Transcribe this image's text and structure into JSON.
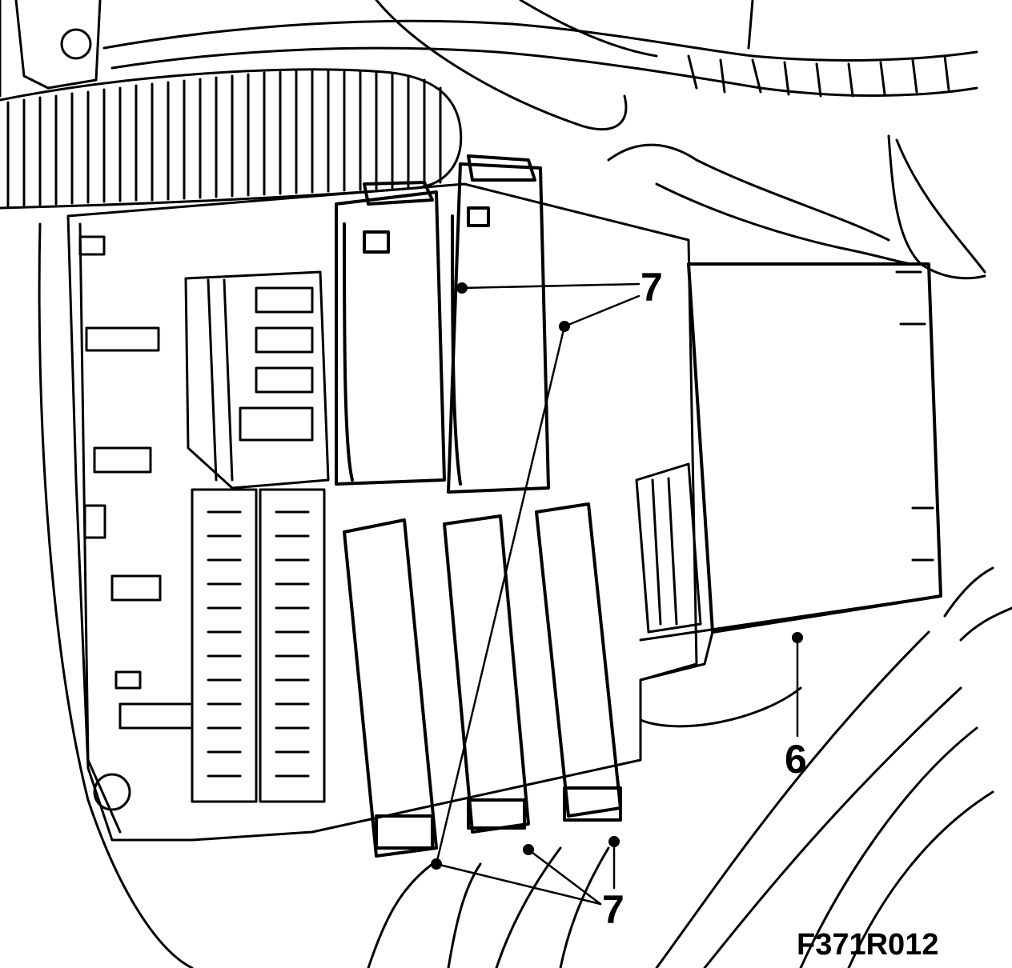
{
  "figure_code": "F371R012",
  "callouts": {
    "connector_top": "7",
    "connector_bottom": "7",
    "control_unit": "6"
  },
  "colors": {
    "line": "#000000",
    "fill": "#ffffff"
  }
}
